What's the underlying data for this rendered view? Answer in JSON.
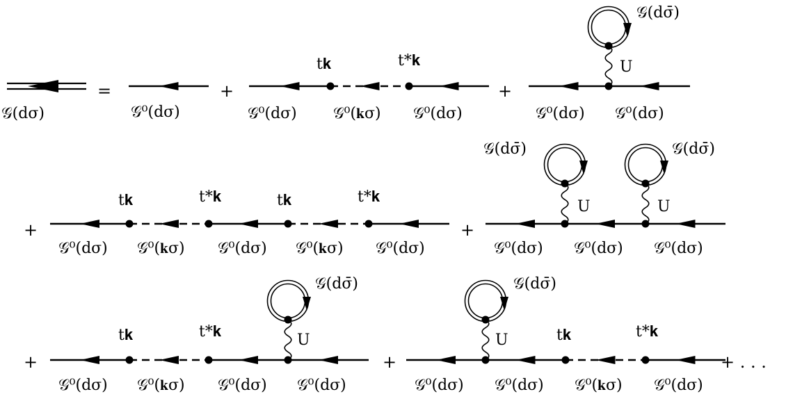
{
  "title": "",
  "symbols": {
    "G_full": "𝒢(dσ)",
    "G_full_other": "𝒢(dσ̄)",
    "G0_d": "𝒢⁰(dσ)",
    "G0_k": "𝒢⁰(𝐤σ)",
    "t_k": "t𝐤",
    "t_k_conj": "t*𝐤",
    "U": "U"
  },
  "operators": {
    "equals": "=",
    "plus": "+",
    "plus_dots": "+ . . ."
  },
  "colors": {
    "ink": "#000000",
    "background": "#ffffff"
  },
  "line_styles": {
    "full_propagator": "double-line",
    "bare_propagator": "solid",
    "conduction_propagator": "dashed",
    "interaction": "wavy"
  }
}
